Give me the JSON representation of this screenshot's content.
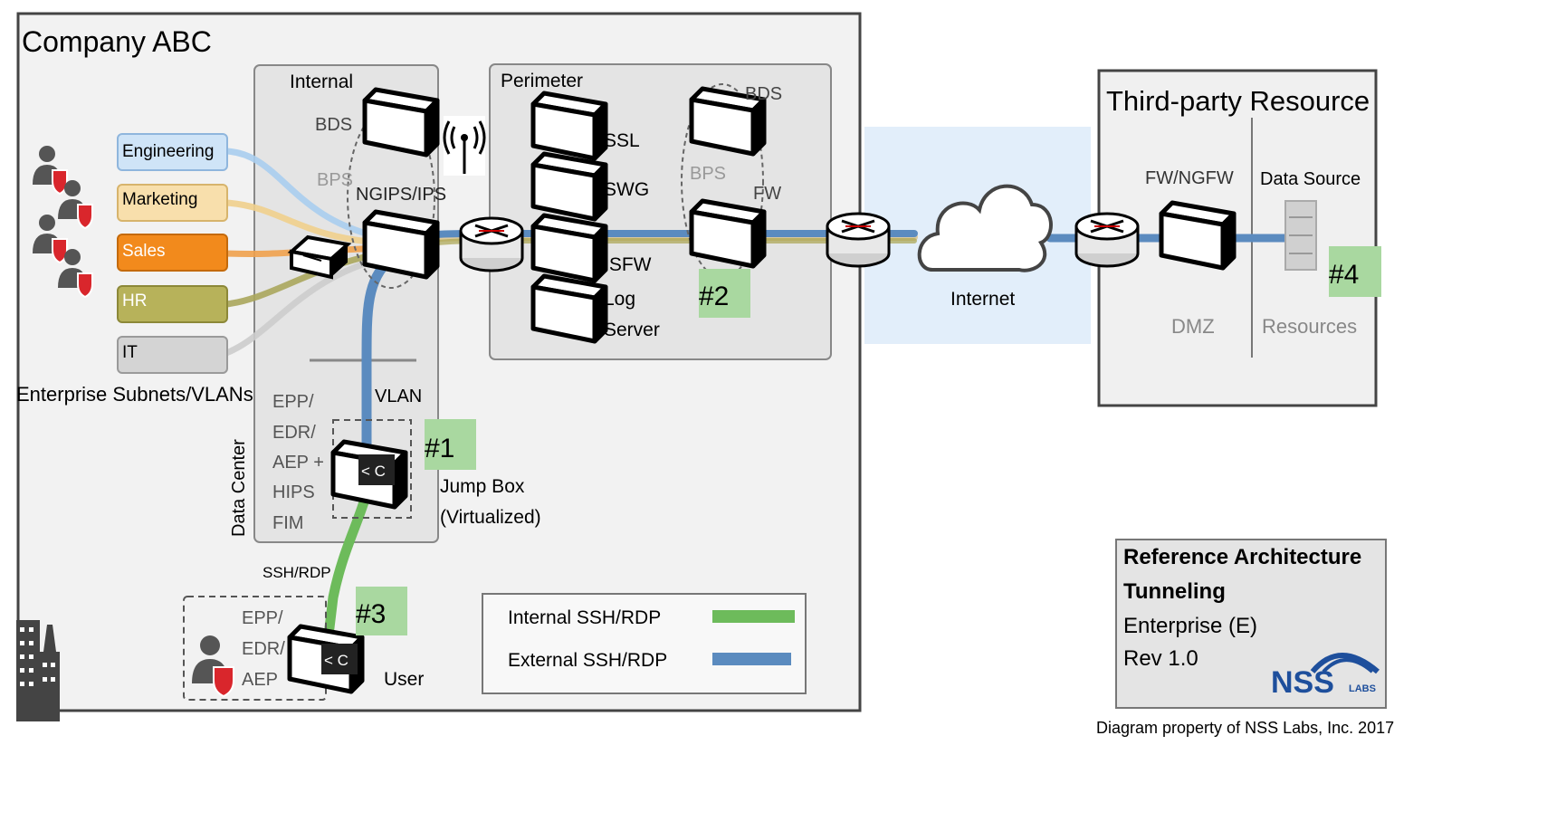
{
  "company": {
    "title": "Company ABC"
  },
  "subnets": {
    "items": [
      {
        "label": "Engineering",
        "fill": "#cfe4f7",
        "stroke": "#8fb6dd",
        "line": "#a9cdee"
      },
      {
        "label": "Marketing",
        "fill": "#f8dfac",
        "stroke": "#d7b46c",
        "line": "#f0cf8c"
      },
      {
        "label": "Sales",
        "fill": "#f28a1c",
        "stroke": "#c46a0c",
        "line": "#f0a14c"
      },
      {
        "label": "HR",
        "fill": "#b7b25a",
        "stroke": "#8c8838",
        "line": "#aaa65c"
      },
      {
        "label": "IT",
        "fill": "#d4d4d4",
        "stroke": "#9a9a9a",
        "line": "#cccccc"
      }
    ],
    "caption": "Enterprise Subnets/VLANs"
  },
  "internal": {
    "title": "Internal",
    "bds": "BDS",
    "bps": "BPS",
    "ngips": "NGIPS/IPS",
    "vlan": "VLAN",
    "data_center": "Data Center",
    "endpoint": [
      "EPP/",
      "EDR/",
      "AEP +",
      "HIPS",
      "FIM"
    ],
    "jump_box": [
      "Jump Box",
      "(Virtualized)"
    ],
    "badge": "#1"
  },
  "perimeter": {
    "title": "Perimeter",
    "ssl": "SSL",
    "swg": "SWG",
    "isfw": "ISFW",
    "log": [
      "Log",
      "Server"
    ],
    "bds": "BDS",
    "bps": "BPS",
    "fw": "FW",
    "badge": "#2"
  },
  "internet": {
    "label": "Internet"
  },
  "third_party": {
    "title": "Third-party Resource",
    "fw": "FW/NGFW",
    "data_source": "Data Source",
    "dmz": "DMZ",
    "resources": "Resources",
    "badge": "#4"
  },
  "user": {
    "ssh": "SSH/RDP",
    "endpoint": [
      "EPP/",
      "EDR/",
      "AEP"
    ],
    "label": "User",
    "badge": "#3"
  },
  "legend": {
    "internal": "Internal SSH/RDP",
    "external": "External SSH/RDP",
    "internal_color": "#6dbb5b",
    "external_color": "#5b8bbf"
  },
  "ref_box": {
    "line1": "Reference Architecture",
    "line2": "Tunneling",
    "line3": "Enterprise (E)",
    "line4": "Rev 1.0",
    "logo": "NSS",
    "logo_sub": "LABS"
  },
  "footer": "Diagram property of NSS Labs, Inc. 2017",
  "colors": {
    "badge": "#a9d8a0",
    "blue_line": "#5b8bbf",
    "green_line": "#6dbb5b",
    "internet_zone": "#e2eefa"
  }
}
